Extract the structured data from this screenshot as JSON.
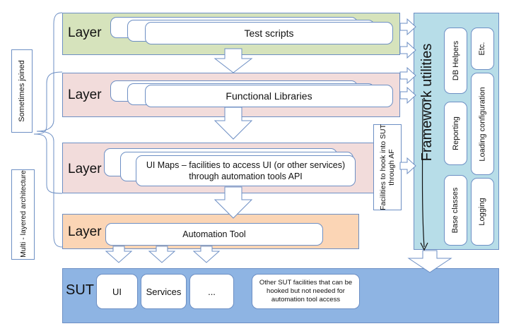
{
  "layers": {
    "layer1_label": "Layer",
    "layer2_label": "Layer",
    "layer3_label": "Layer",
    "layer4_label": "Layer",
    "sut_label": "SUT"
  },
  "boxes": {
    "test_scripts": "Test scripts",
    "functional_libraries": "Functional Libraries",
    "ui_maps": "UI Maps – facilities to access UI (or other services) through automation tools API",
    "automation_tool": "Automation Tool"
  },
  "sut": {
    "ui": "UI",
    "services": "Services",
    "more": "...",
    "other": "Other SUT facilities that can be hooked but not needed for automation tool access"
  },
  "framework": {
    "title": "Framework utilities",
    "db_helpers": "DB Helpers",
    "etc": "Etc.",
    "reporting": "Reporting",
    "loading_configuration": "Loading configuration",
    "base_classes": "Base classes",
    "logging": "Logging"
  },
  "side_notes": {
    "sometimes_joined": "Sometimes joined",
    "multi_layered": "Multi - layered architecture",
    "hook_facilities": "Facilities to hook into SUT through AF"
  },
  "colors": {
    "layer1": "#d6e3bc",
    "layer2": "#f2dcdb",
    "layer3": "#f2dcdb",
    "layer4": "#fbd5b5",
    "sut": "#8eb4e3",
    "framework": "#b7dde8",
    "border": "#6d8fc4"
  }
}
